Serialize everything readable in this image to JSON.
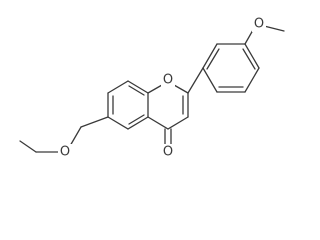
{
  "molecule": {
    "atoms": {
      "ring_oxygen": "O",
      "carbonyl_oxygen": "O",
      "methoxy_oxygen": "O",
      "ether_oxygen": "O"
    },
    "colors": {
      "bond": "#3a3a3a",
      "background": "#ffffff"
    }
  }
}
